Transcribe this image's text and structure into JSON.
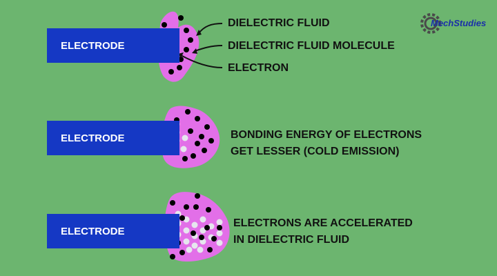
{
  "colors": {
    "background": "#6cb56f",
    "electrode": "#1538c4",
    "fluid": "#e26fe8",
    "electron": "#000000",
    "molecule": "#e6e6ee",
    "logo": "#1a2fa8"
  },
  "logo": {
    "text": "MechStudies",
    "icon": "gear-icon"
  },
  "stages": [
    {
      "electrode_label": "ELECTRODE",
      "annotations": [
        "DIELECTRIC FLUID",
        "DIELECTRIC FLUID MOLECULE",
        "ELECTRON"
      ]
    },
    {
      "electrode_label": "ELECTRODE",
      "caption": [
        "BONDING ENERGY OF ELECTRONS",
        "GET LESSER (COLD EMISSION)"
      ]
    },
    {
      "electrode_label": "ELECTRODE",
      "caption": [
        "ELECTRONS ARE ACCELERATED",
        "IN DIELECTRIC FLUID"
      ]
    }
  ]
}
